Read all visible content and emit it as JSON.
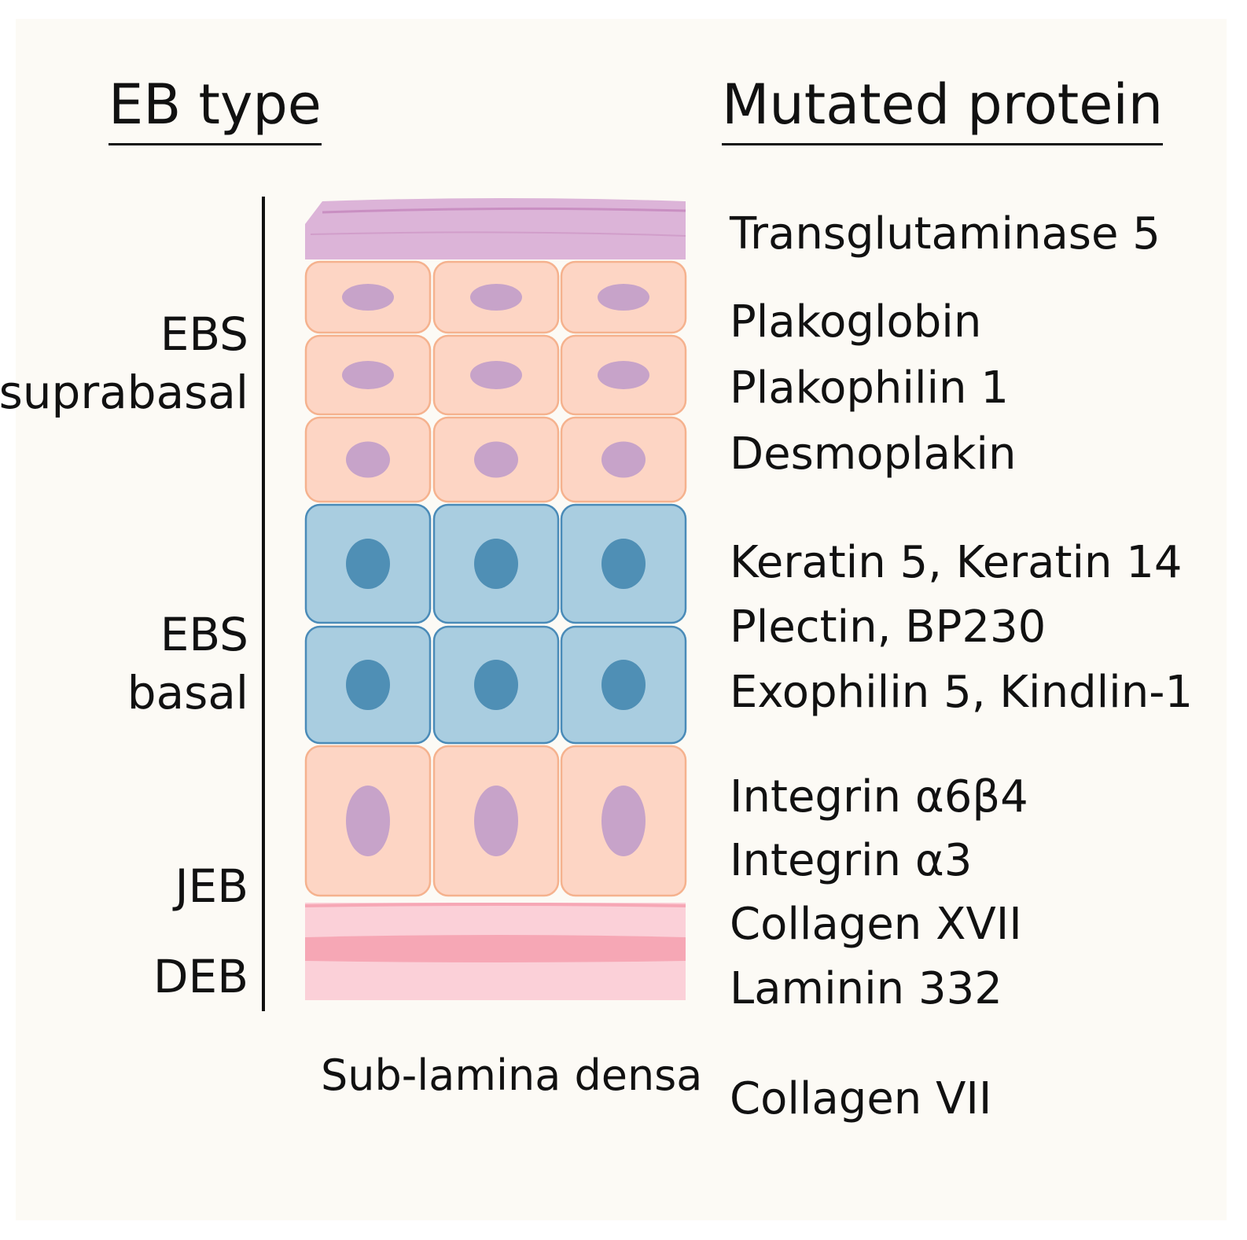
{
  "headers": {
    "left": "EB type",
    "right": "Mutated protein"
  },
  "eb_types": {
    "ebs_suprabasal": [
      "EBS",
      "suprabasal"
    ],
    "ebs_basal": [
      "EBS",
      "basal"
    ],
    "jeb": "JEB",
    "deb": "DEB"
  },
  "proteins": {
    "transglutaminase": "Transglutaminase 5",
    "plakoglobin": "Plakoglobin",
    "plakophilin": "Plakophilin 1",
    "desmoplakin": "Desmoplakin",
    "keratin": "Keratin 5, Keratin 14",
    "plectin": "Plectin, BP230",
    "exophilin": "Exophilin 5, Kindlin-1",
    "integrin_a6b4": "Integrin α6β4",
    "integrin_a3": "Integrin α3",
    "collagen_xvii": "Collagen XVII",
    "laminin": "Laminin 332",
    "collagen_vii": "Collagen VII"
  },
  "sub_lamina_label": "Sub-lamina densa",
  "colors": {
    "stratum_corneum": "#dcb4d8",
    "suprabasal_cell": "#fdd5c4",
    "suprabasal_border": "#f5b28e",
    "suprabasal_nucleus": "#c7a3c9",
    "basal_cell": "#a9cde0",
    "basal_border": "#4a8bb8",
    "basal_nucleus": "#4f8fb5",
    "membrane_light": "#fbd0d8",
    "membrane_dark": "#f6a7b5"
  }
}
